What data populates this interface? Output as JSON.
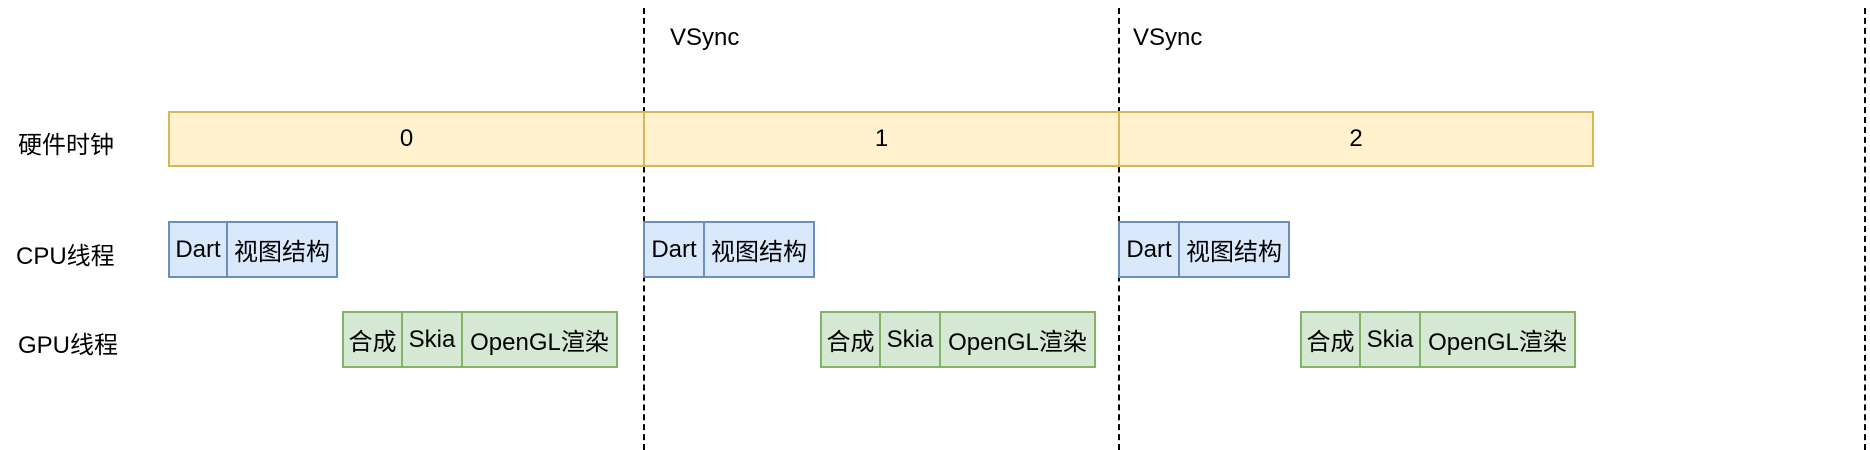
{
  "vsync_label": "VSync",
  "rows": {
    "clock": "硬件时钟",
    "cpu": "CPU线程",
    "gpu": "GPU线程"
  },
  "clock_segments": [
    "0",
    "1",
    "2"
  ],
  "cpu_blocks": [
    [
      "Dart",
      "视图结构"
    ],
    [
      "Dart",
      "视图结构"
    ],
    [
      "Dart",
      "视图结构"
    ]
  ],
  "gpu_blocks": [
    [
      "合成",
      "Skia",
      "OpenGL渲染"
    ],
    [
      "合成",
      "Skia",
      "OpenGL渲染"
    ],
    [
      "合成",
      "Skia",
      "OpenGL渲染"
    ]
  ],
  "colors": {
    "clock_fill": "#fff2cc",
    "clock_border": "#d6b656",
    "cpu_fill": "#dae8fc",
    "cpu_border": "#6c8ebf",
    "gpu_fill": "#d5e8d4",
    "gpu_border": "#82b366"
  }
}
